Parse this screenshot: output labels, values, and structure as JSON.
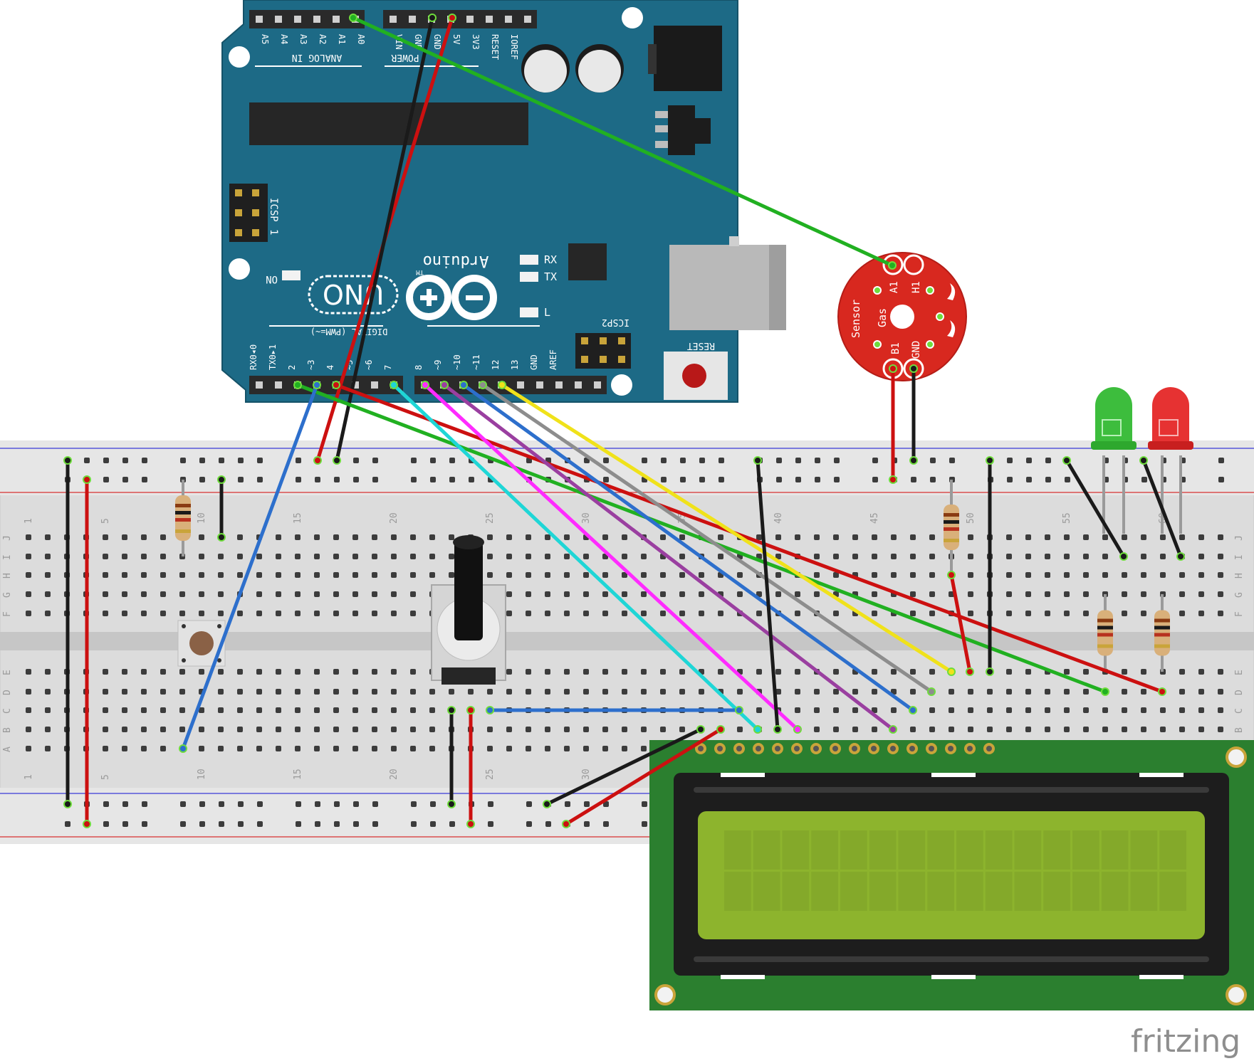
{
  "brand": {
    "name": "fritzing"
  },
  "arduino": {
    "model_logo": "UNO",
    "brand": "Arduino",
    "trademark": "TM",
    "digital_header_label": "DIGITAL (PWM=~)",
    "analog_header_label": "ANALOG IN",
    "power_header_label": "POWER",
    "icsp_label": "ICSP",
    "icsp2_label": "ICSP2",
    "icsp_pin1": "1",
    "on_label": "ON",
    "rx_label": "RX",
    "tx_label": "TX",
    "l_label": "L",
    "reset_label": "RESET",
    "analog_pins": [
      "A5",
      "A4",
      "A3",
      "A2",
      "A1",
      "A0"
    ],
    "power_pins": [
      "VIN",
      "GND",
      "GND",
      "5V",
      "3V3",
      "RESET",
      "IOREF"
    ],
    "digital_pins": [
      "RX0◂0",
      "TX0▸1",
      "2",
      "~3",
      "4",
      "~5",
      "~6",
      "7",
      "8",
      "~9",
      "~10",
      "~11",
      "12",
      "13",
      "GND",
      "AREF"
    ]
  },
  "gas_sensor": {
    "title": "Sensor",
    "gas": "Gas",
    "pins": [
      "A1",
      "H1",
      "B1",
      "GND"
    ]
  },
  "breadboard": {
    "column_numbers": [
      "1",
      "5",
      "10",
      "15",
      "20",
      "25",
      "30",
      "35",
      "40",
      "45",
      "50",
      "55",
      "60"
    ],
    "row_letters_top": [
      "J",
      "I",
      "H",
      "G",
      "F"
    ],
    "row_letters_bottom": [
      "E",
      "D",
      "C",
      "B",
      "A"
    ]
  },
  "lcd": {
    "columns": 16,
    "rows": 2
  },
  "colors": {
    "arduino_blue": "#1d6a86",
    "breadboard": "#d9d9d9",
    "sensor_red": "#d8281f",
    "lcd_pcb": "#2b7f2f",
    "lcd_screen": "#8db42d",
    "wire_red": "#cc1010",
    "wire_black": "#1a1a1a",
    "wire_green": "#21b021",
    "wire_blue": "#2d6fcc",
    "wire_cyan": "#1fd6d6",
    "wire_magenta": "#ff2bff",
    "wire_purple": "#9a3fa0",
    "wire_gray": "#8d8d8d",
    "wire_yellow": "#f0e21a"
  }
}
